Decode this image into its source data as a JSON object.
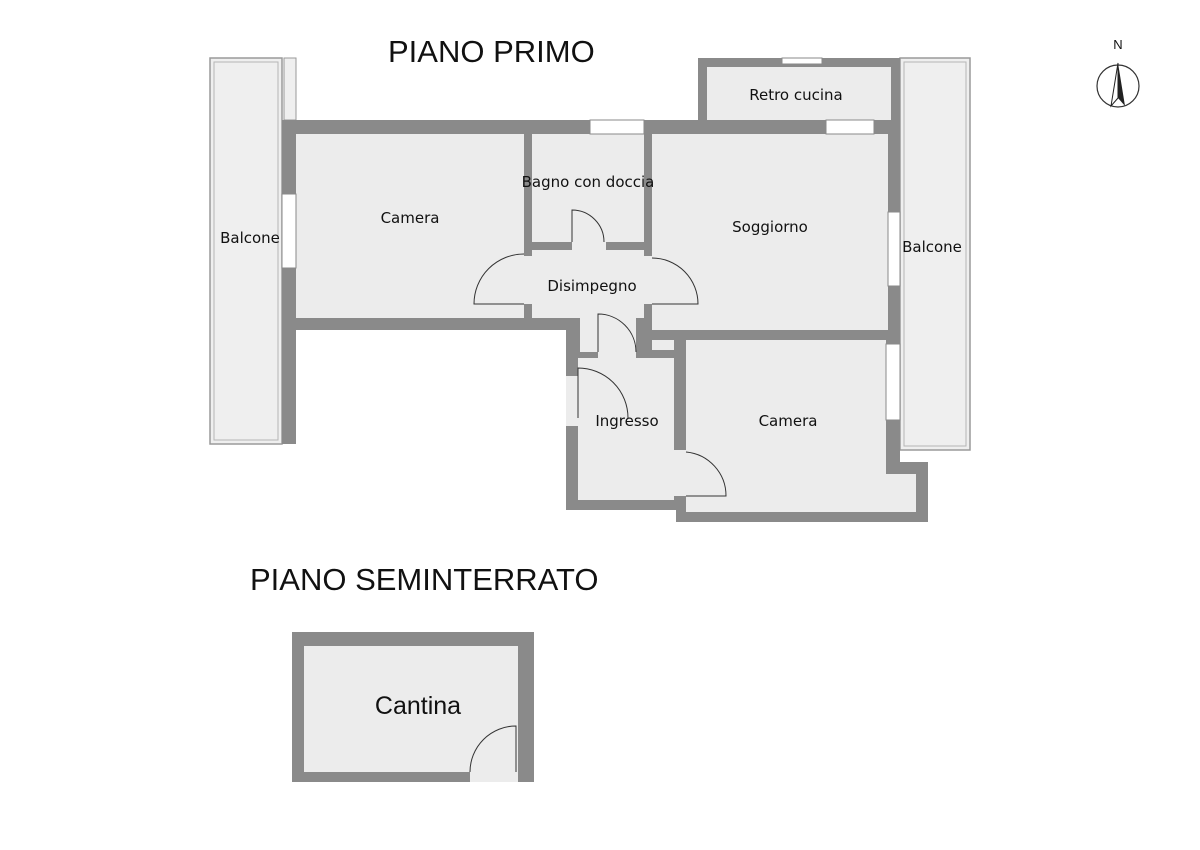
{
  "floors": {
    "first": {
      "title": "PIANO PRIMO"
    },
    "basement": {
      "title": "PIANO SEMINTERRATO"
    }
  },
  "rooms": {
    "balcone_left": "Balcone",
    "camera_1": "Camera",
    "bagno": "Bagno con doccia",
    "retro_cucina": "Retro cucina",
    "soggiorno": "Soggiorno",
    "balcone_right": "Balcone",
    "disimpegno": "Disimpegno",
    "ingresso": "Ingresso",
    "camera_2": "Camera",
    "cantina": "Cantina"
  },
  "compass": {
    "label": "N",
    "icon": "north-arrow-icon"
  }
}
